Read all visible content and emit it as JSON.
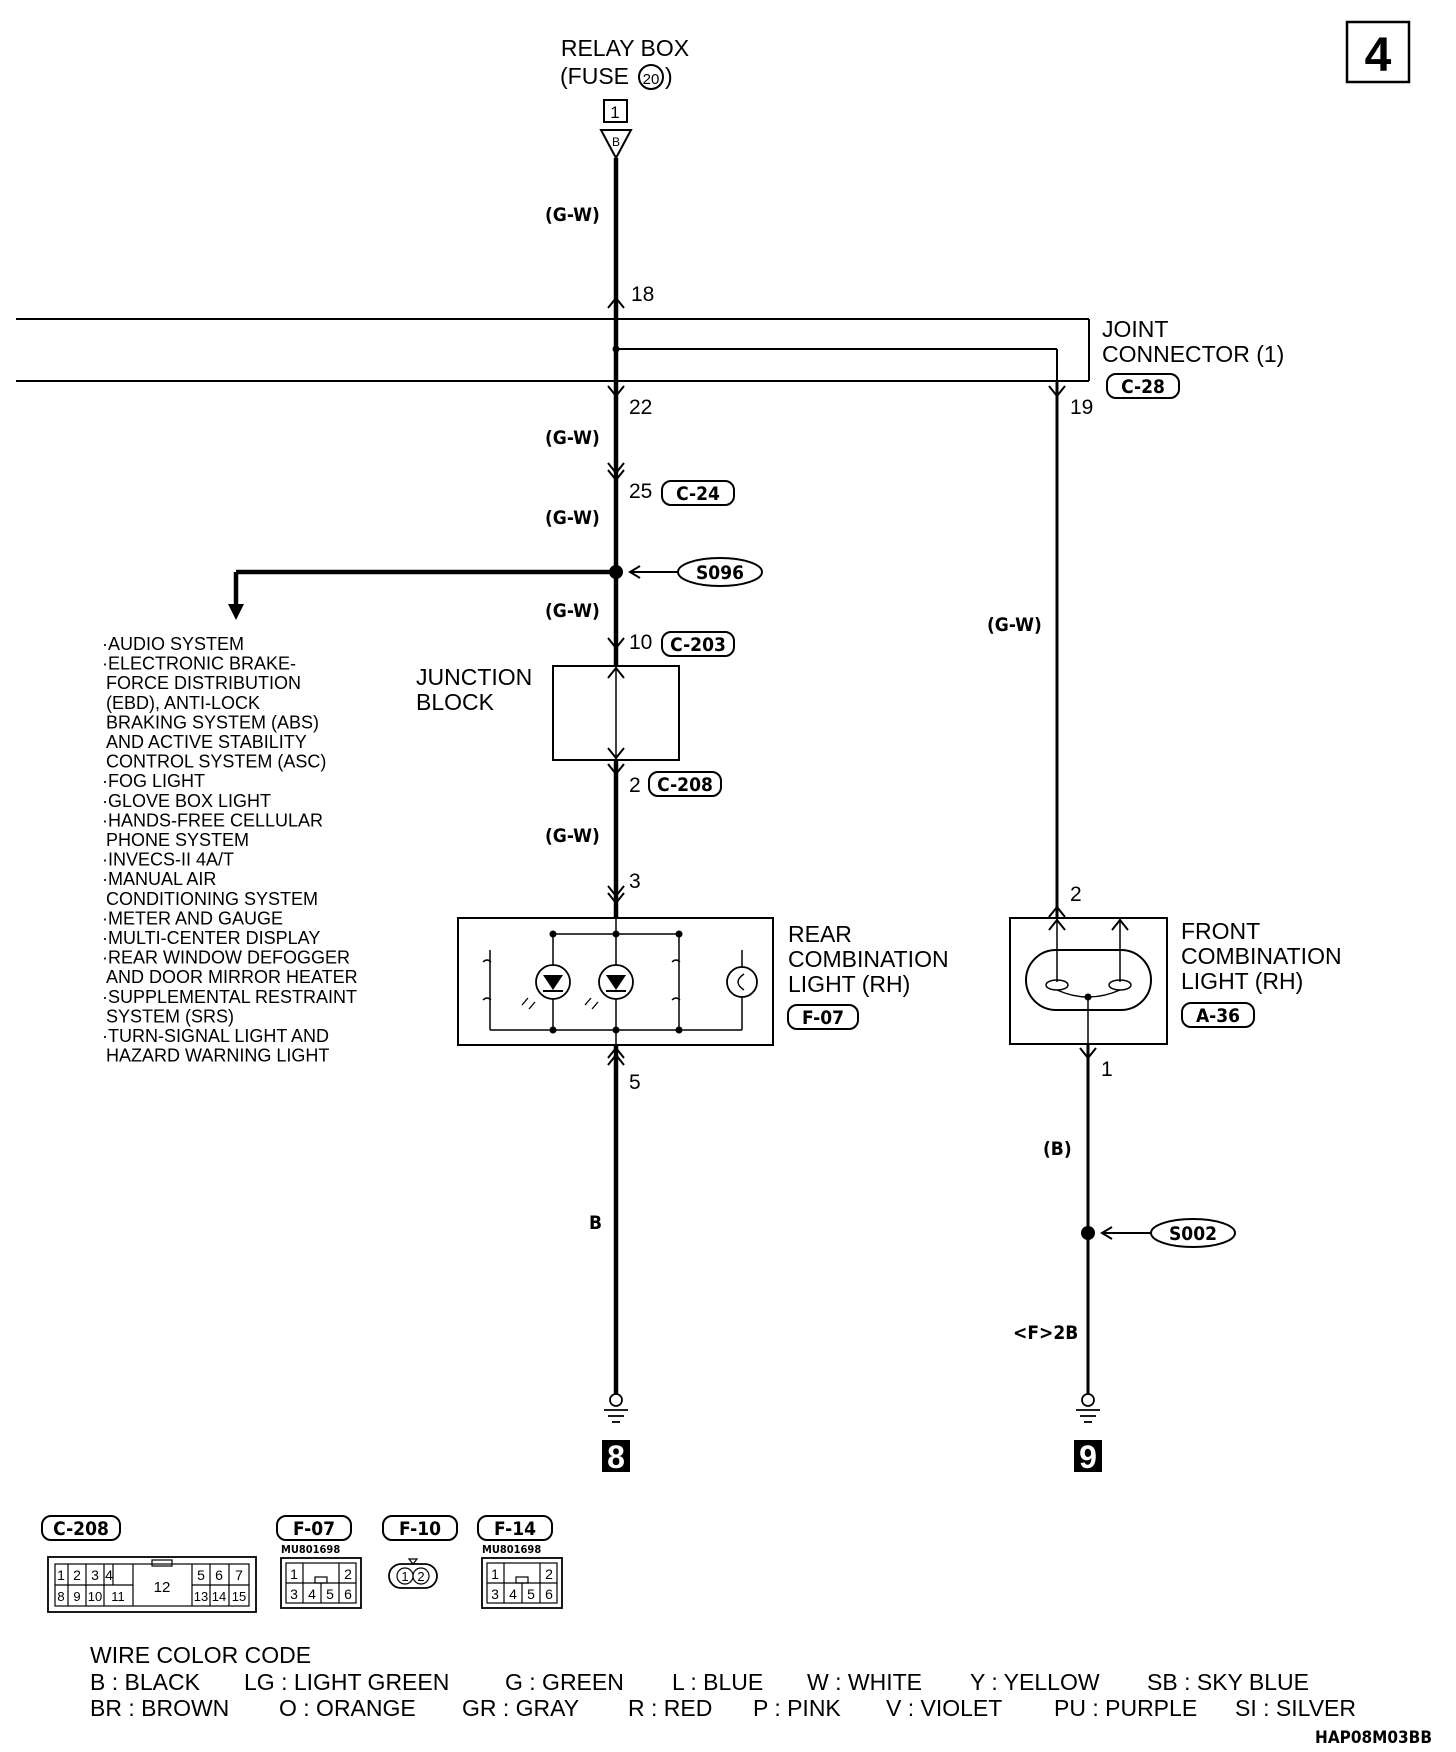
{
  "page_number": "4",
  "relay_box": {
    "line1": "RELAY BOX",
    "line2_prefix": "(FUSE",
    "fuse_no": "20",
    "line2_suffix": ")",
    "connector_no": "1",
    "connector_letter": "B"
  },
  "wires": {
    "gw": "(G-W)",
    "b_plain": "B",
    "b_paren": "(B)",
    "f2b": "<F>2B"
  },
  "joint_connector": {
    "line1": "JOINT",
    "line2": "CONNECTOR (1)",
    "code": "C-28",
    "pin_in": "18",
    "pin_out_main": "22",
    "pin_out_right": "19"
  },
  "connectors": {
    "c24": {
      "pin": "25",
      "code": "C-24"
    },
    "c203": {
      "pin": "10",
      "code": "C-203"
    },
    "c208": {
      "pin": "2",
      "code": "C-208"
    }
  },
  "splices": {
    "s096": "S096",
    "s002": "S002"
  },
  "junction_block": {
    "line1": "JUNCTION",
    "line2": "BLOCK"
  },
  "systems_list": [
    "·AUDIO SYSTEM",
    "·ELECTRONIC BRAKE-",
    "FORCE DISTRIBUTION",
    "(EBD), ANTI-LOCK",
    "BRAKING SYSTEM (ABS)",
    "AND ACTIVE STABILITY",
    "CONTROL SYSTEM (ASC)",
    "·FOG LIGHT",
    "·GLOVE BOX LIGHT",
    "·HANDS-FREE CELLULAR",
    "PHONE SYSTEM",
    "·INVECS-II 4A/T",
    "·MANUAL AIR",
    "CONDITIONING SYSTEM",
    "·METER AND GAUGE",
    "·MULTI-CENTER DISPLAY",
    "·REAR WINDOW DEFOGGER",
    "AND DOOR MIRROR HEATER",
    "·SUPPLEMENTAL RESTRAINT",
    "SYSTEM (SRS)",
    "·TURN-SIGNAL LIGHT AND",
    "HAZARD WARNING LIGHT"
  ],
  "rear_light": {
    "line1": "REAR",
    "line2": "COMBINATION",
    "line3": "LIGHT (RH)",
    "code": "F-07",
    "pin_in": "3",
    "pin_out": "5"
  },
  "front_light": {
    "line1": "FRONT",
    "line2": "COMBINATION",
    "line3": "LIGHT (RH)",
    "code": "A-36",
    "pin_in": "2",
    "pin_out": "1"
  },
  "grounds": {
    "left": "8",
    "right": "9"
  },
  "connector_views": {
    "c208": {
      "code": "C-208",
      "top_pins": [
        "1",
        "2",
        "3",
        "4",
        "5",
        "6",
        "7"
      ],
      "bottom_pins": [
        "8",
        "9",
        "10",
        "11",
        "13",
        "14",
        "15"
      ],
      "center_pin": "12"
    },
    "f07": {
      "code": "F-07",
      "part": "MU801698",
      "top_pins": [
        "1",
        "2"
      ],
      "bottom_pins": [
        "3",
        "4",
        "5",
        "6"
      ]
    },
    "f10": {
      "code": "F-10",
      "pins": [
        "1",
        "2"
      ]
    },
    "f14": {
      "code": "F-14",
      "part": "MU801698",
      "top_pins": [
        "1",
        "2"
      ],
      "bottom_pins": [
        "3",
        "4",
        "5",
        "6"
      ]
    }
  },
  "wire_color_code": {
    "title": "WIRE COLOR CODE",
    "row1": [
      "B : BLACK",
      "LG : LIGHT GREEN",
      "G : GREEN",
      "L : BLUE",
      "W : WHITE",
      "Y : YELLOW",
      "SB : SKY BLUE"
    ],
    "row2": [
      "BR : BROWN",
      "O : ORANGE",
      "GR : GRAY",
      "R : RED",
      "P : PINK",
      "V : VIOLET",
      "PU : PURPLE",
      "SI : SILVER"
    ]
  },
  "drawing_code": "HAP08M03BB"
}
